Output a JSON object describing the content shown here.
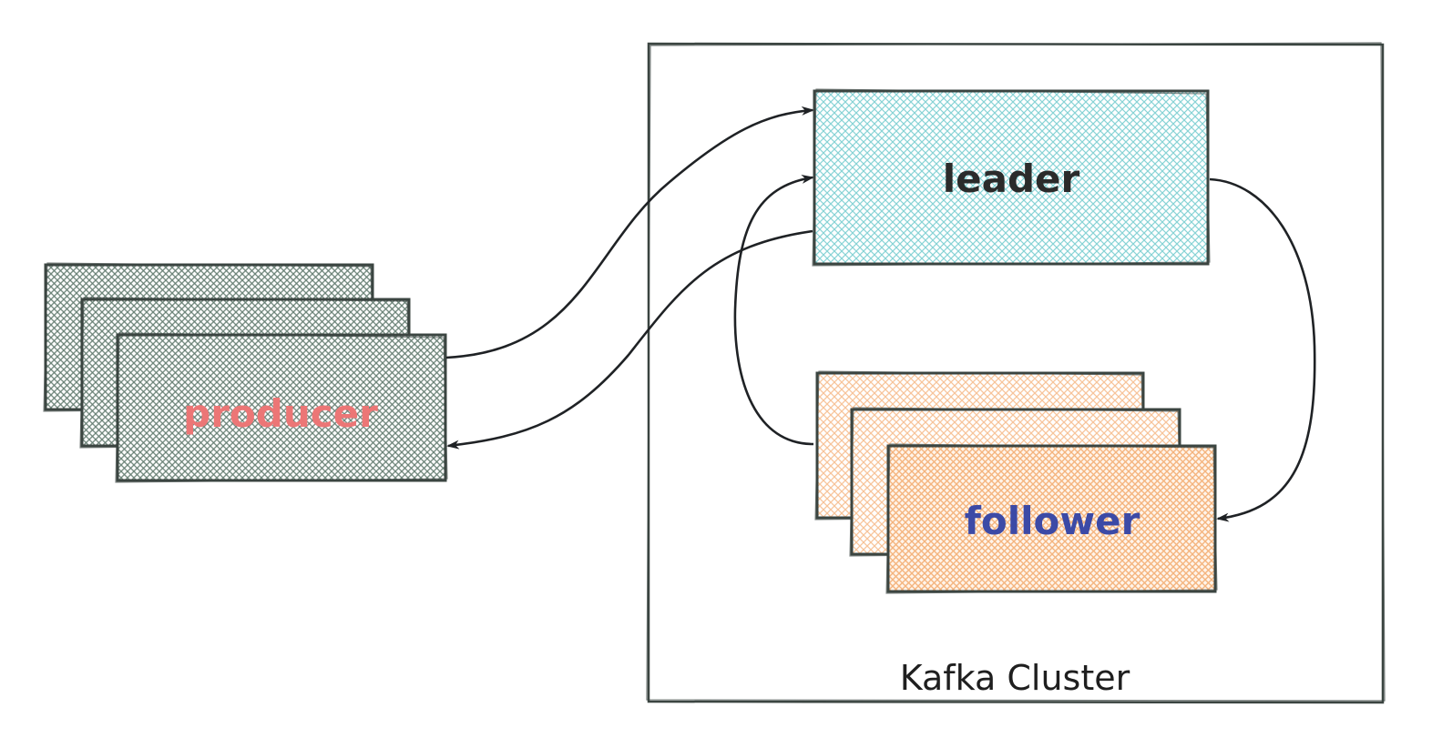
{
  "diagram": {
    "producer_label": "producer",
    "leader_label": "leader",
    "follower_label": "follower",
    "cluster_label": "Kafka Cluster"
  },
  "colors": {
    "stroke": "#3b4541",
    "arrow": "#1f2225",
    "producer_fill": "#627a6e",
    "producer_text": "#ec7676",
    "leader_fill": "#88d3d6",
    "leader_text": "#2b2b2b",
    "follower_fill": "#f7c49a",
    "follower_fill_front": "#f4b47e",
    "follower_text": "#3c4aa6",
    "cluster_text": "#1f1f1f"
  }
}
